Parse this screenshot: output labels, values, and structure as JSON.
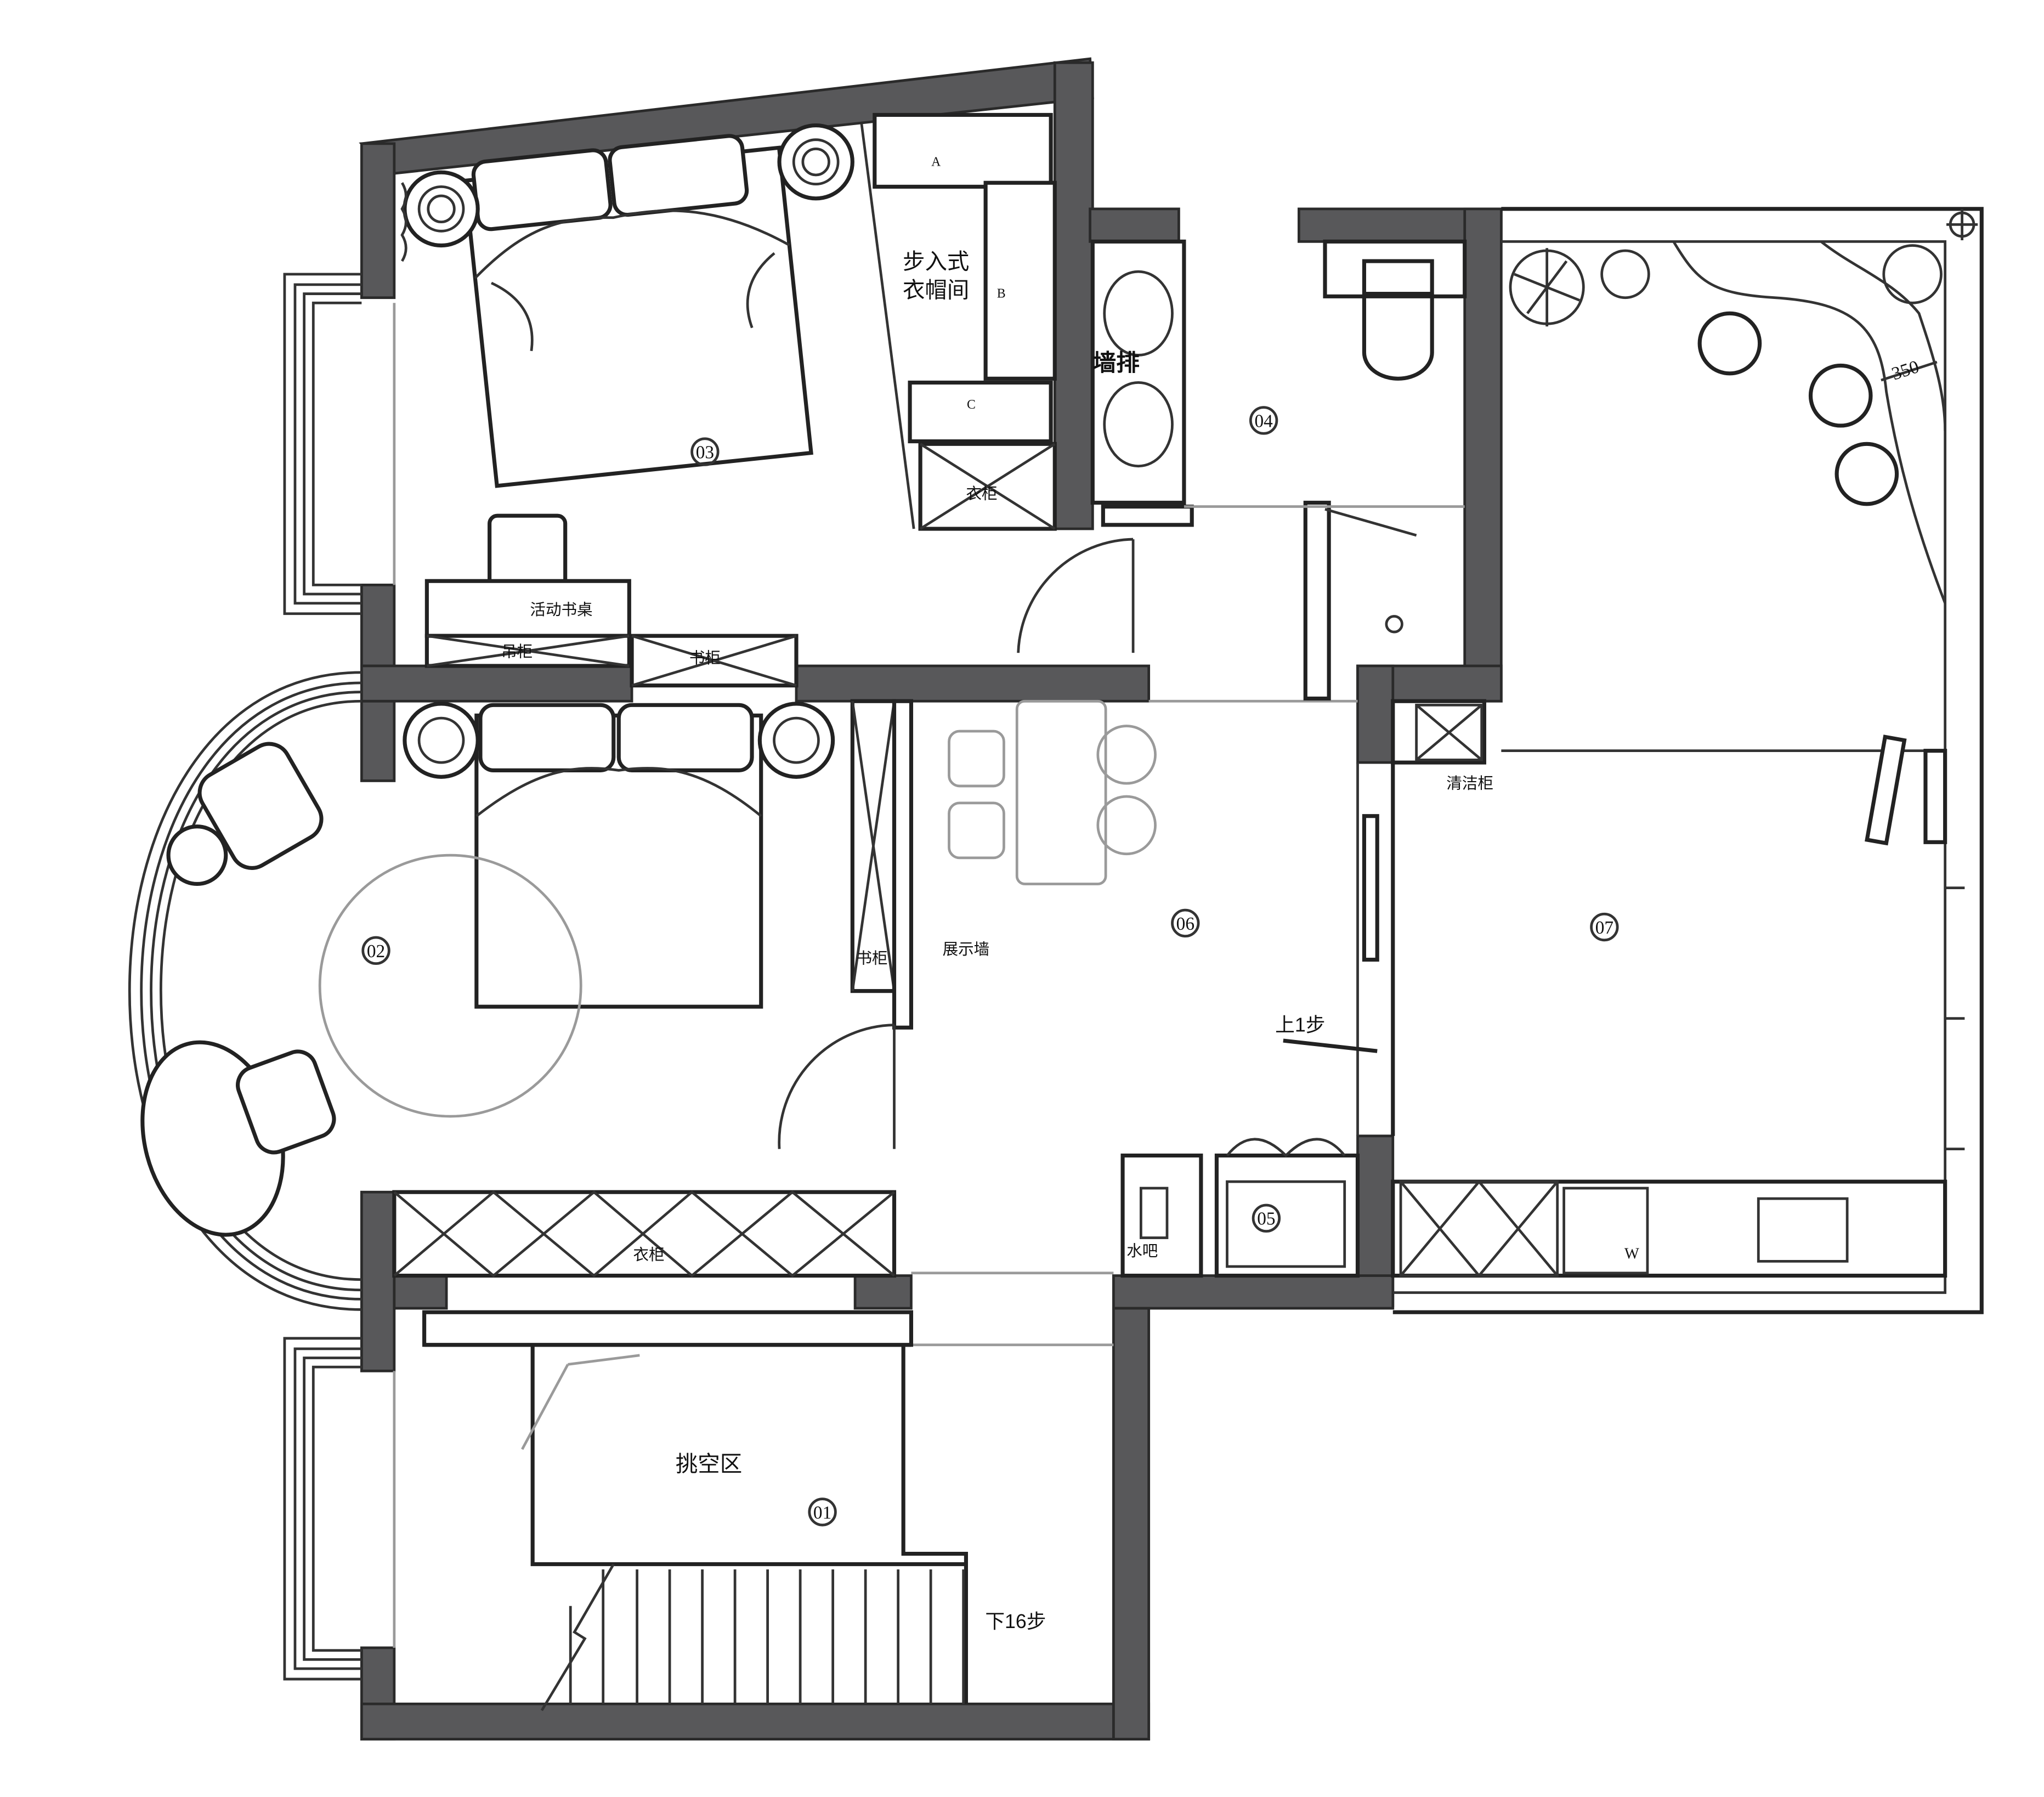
{
  "rooms": {
    "r01": "01",
    "r02": "02",
    "r03": "03",
    "r04": "04",
    "r05": "05",
    "r06": "06",
    "r07": "07"
  },
  "labels": {
    "walkin_line1": "步入式",
    "walkin_line2": "衣帽间",
    "wall_drain": "墙排",
    "wardrobe_top": "衣柜",
    "wardrobe_bottom": "衣柜",
    "movable_desk": "活动书桌",
    "hanging_cabinet": "吊柜",
    "bookcase_h": "书柜",
    "bookcase_v": "书柜",
    "display_wall": "展示墙",
    "cleaning_cabinet": "清洁柜",
    "water_bar": "水吧",
    "up_step": "上1步",
    "void_area": "挑空区",
    "down_steps": "下16步",
    "dim_350": "350",
    "cabinet_a": "A",
    "cabinet_b": "B",
    "cabinet_c": "C",
    "washer_w": "W"
  },
  "icons": {
    "compass": "compass-icon",
    "plants": "plant-icon"
  }
}
